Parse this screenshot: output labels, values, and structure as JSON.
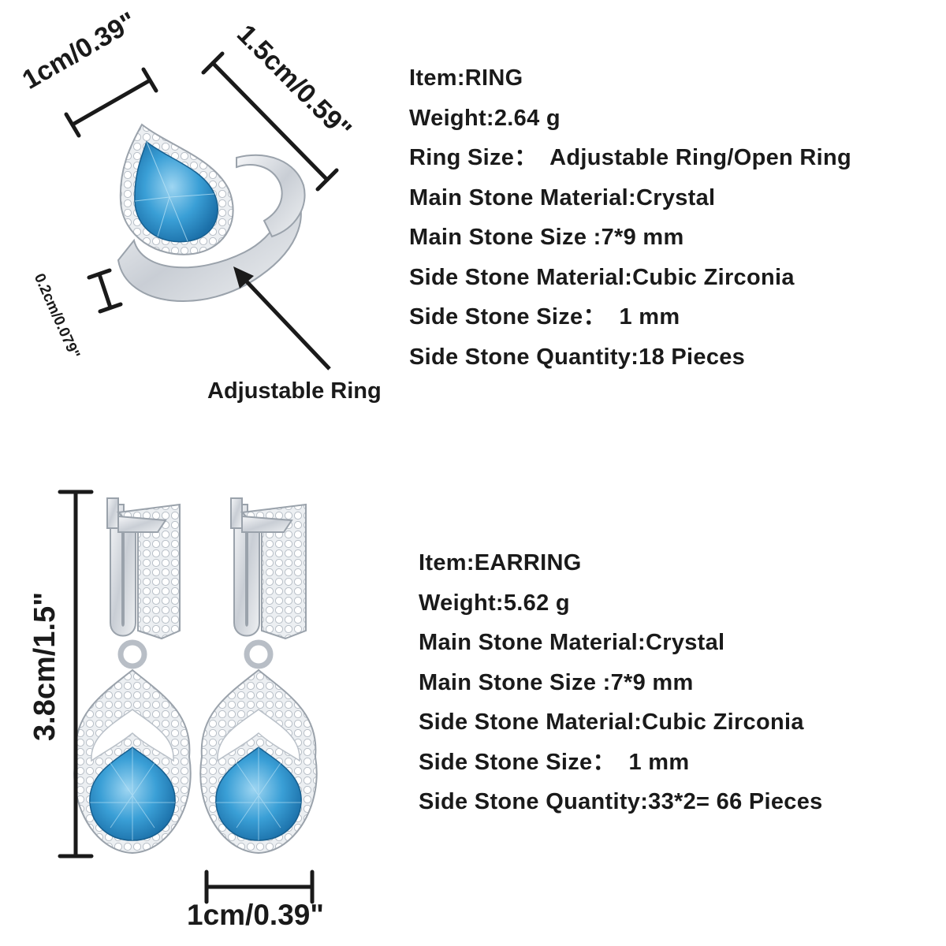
{
  "ring": {
    "specs": [
      "Item:RING",
      "Weight:2.64 g",
      "Ring Size：  Adjustable Ring/Open Ring",
      "Main Stone Material:Crystal",
      "Main Stone Size :7*9 mm",
      "Side Stone Material:Cubic Zirconia",
      "Side Stone Size：  1 mm",
      "Side Stone Quantity:18 Pieces"
    ],
    "dim_width": "1cm/0.39\"",
    "dim_length": "1.5cm/0.59\"",
    "dim_band": "0.2cm/0.079\"",
    "callout": "Adjustable Ring"
  },
  "earring": {
    "specs": [
      "Item:EARRING",
      "Weight:5.62 g",
      "Main Stone Material:Crystal",
      "Main Stone Size :7*9 mm",
      "Side Stone Material:Cubic Zirconia",
      "Side Stone Size：  1 mm",
      "Side Stone Quantity:33*2= 66 Pieces"
    ],
    "dim_height": "3.8cm/1.5\"",
    "dim_width": "1cm/0.39\""
  },
  "colors": {
    "gem_blue": "#3a9fd6",
    "gem_dark": "#1b6fa8",
    "silver": "#d9dde2",
    "ink": "#1a1a1a"
  }
}
